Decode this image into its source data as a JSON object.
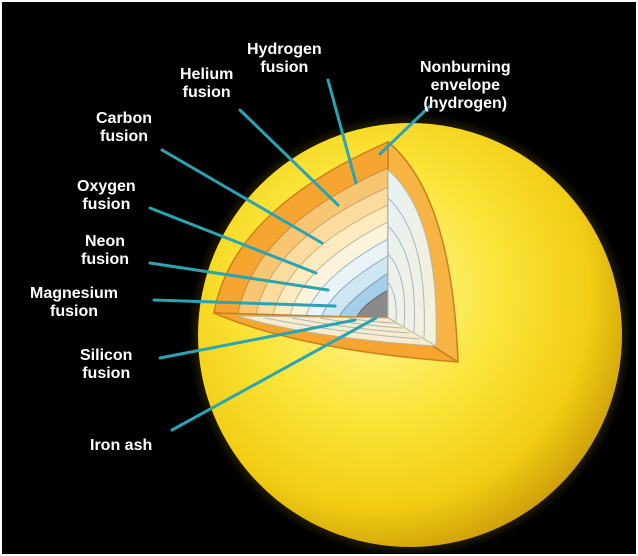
{
  "labels": {
    "hydrogen": "Hydrogen\nfusion",
    "helium": "Helium\nfusion",
    "nonburning": "Nonburning\nenvelope\n(hydrogen)",
    "carbon": "Carbon\nfusion",
    "oxygen": "Oxygen\nfusion",
    "neon": "Neon\nfusion",
    "magnesium": "Magnesium\nfusion",
    "silicon": "Silicon\nfusion",
    "iron": "Iron ash"
  },
  "colors": {
    "background": "#000000",
    "frame_border": "#ffffff",
    "star_light": "#fff27a",
    "star_mid": "#f7d21b",
    "star_dark": "#c99a07",
    "cut_outer": "#f6a531",
    "leader_line": "#2aa4b3",
    "label_text": "#ffffff",
    "core_iron": "#8a8a8a"
  }
}
